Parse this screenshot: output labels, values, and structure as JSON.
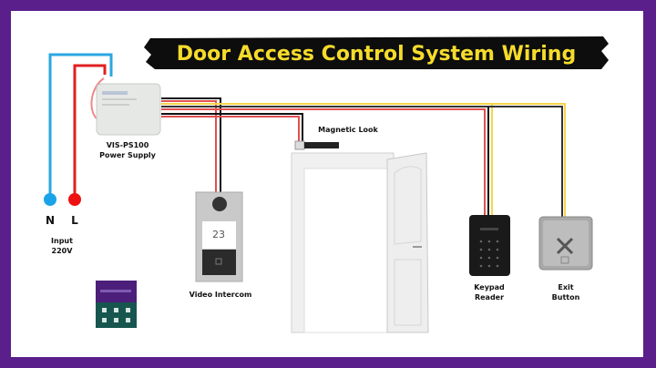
{
  "title": "Door Access Control System Wiring",
  "input": {
    "neutral": "N",
    "live": "L",
    "label_line1": "Input",
    "label_line2": "220V"
  },
  "power_supply": {
    "model": "VIS-PS100",
    "label": "Power Supply"
  },
  "magnetic_lock": {
    "label": "Magnetic Look"
  },
  "video_intercom": {
    "label": "Video Intercom",
    "display_number": "23"
  },
  "keypad_reader": {
    "label_line1": "Keypad",
    "label_line2": "Reader"
  },
  "exit_button": {
    "label_line1": "Exit",
    "label_line2": "Button"
  },
  "colors": {
    "border": "#5a1f8a",
    "title_text": "#f5dc2b",
    "wire_red": "#e02020",
    "wire_black": "#111111",
    "wire_yellow": "#f3d64a",
    "wire_blue": "#2aa7e0"
  }
}
